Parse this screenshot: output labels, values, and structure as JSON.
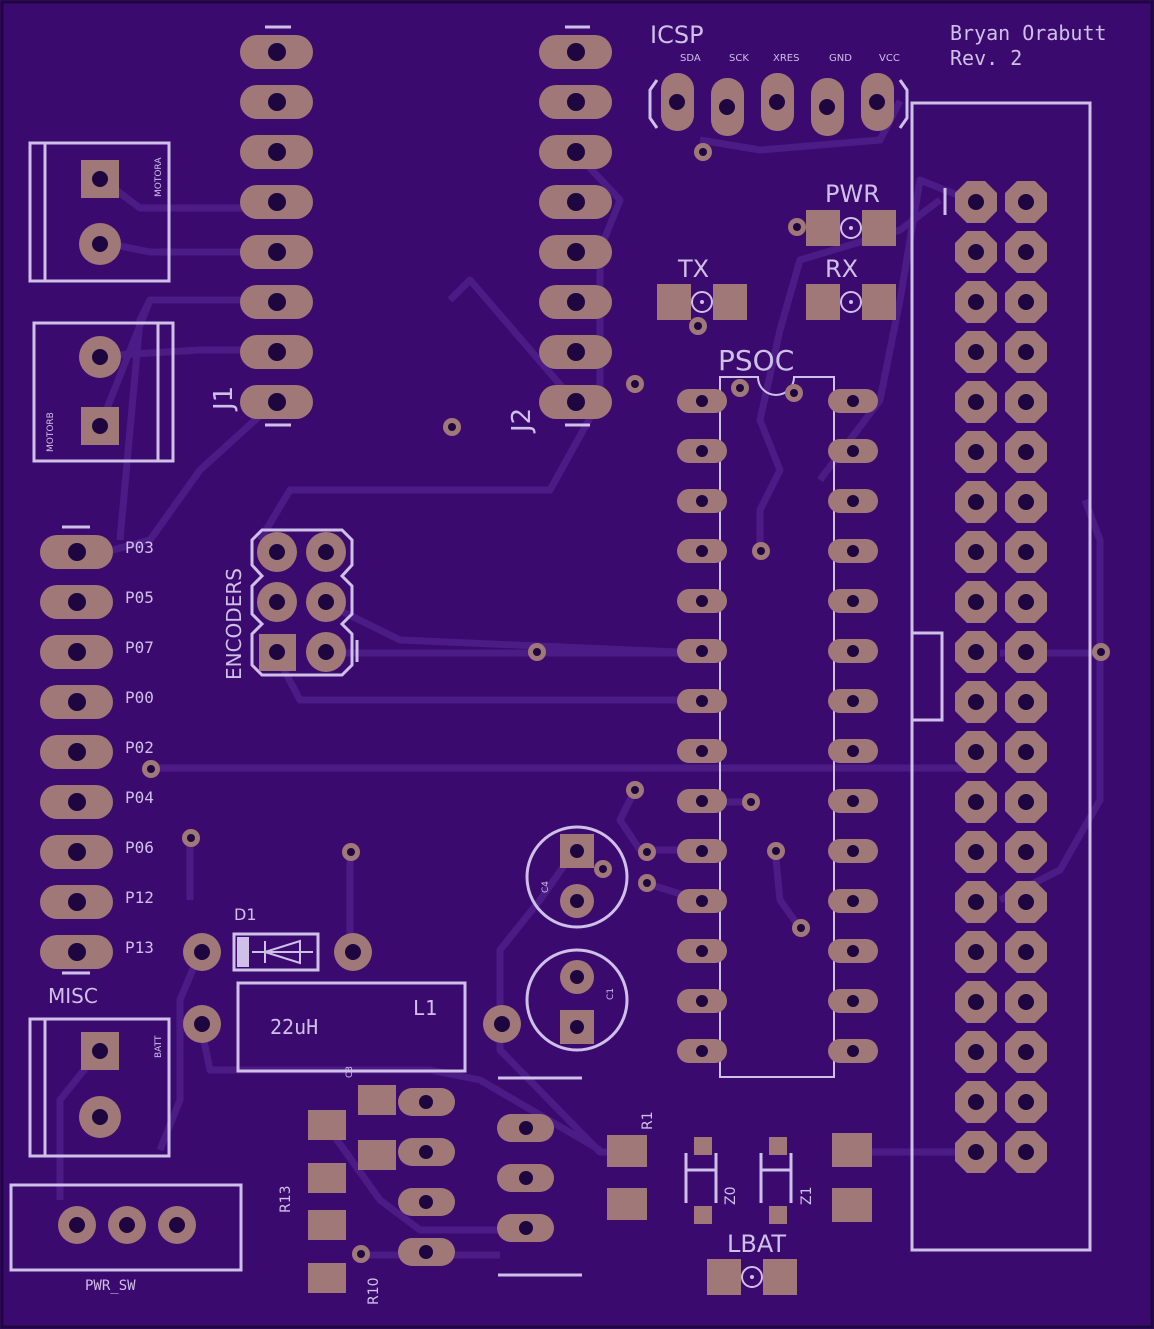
{
  "author": {
    "name": "Bryan Orabutt",
    "revision": "Rev. 2"
  },
  "headers": {
    "j1": "J1",
    "j2": "J2",
    "icsp": "ICSP",
    "psoc": "PSOC",
    "misc": "MISC",
    "encoders": "ENCODERS",
    "pwr_sw": "PWR_SW"
  },
  "icsp_pins": [
    "SDA",
    "SCK",
    "XRES",
    "GND",
    "VCC"
  ],
  "leds": {
    "pwr": "PWR",
    "tx": "TX",
    "rx": "RX",
    "lbat": "LBAT"
  },
  "misc_pins": [
    "P03",
    "P05",
    "P07",
    "P00",
    "P02",
    "P04",
    "P06",
    "P12",
    "P13"
  ],
  "terminals": {
    "motora": "MOTORA",
    "motorb": "MOTORB",
    "batt": "BATT"
  },
  "components": {
    "d1": "D1",
    "l1": "L1",
    "inductor_value": "22uH",
    "c1": "C1",
    "c3": "C3",
    "c4": "C4",
    "r1": "R1",
    "r10": "R10",
    "r13": "R13",
    "z0": "Z0",
    "z1": "Z1"
  },
  "colors": {
    "board": "#3a0a6e",
    "silkscreen": "#cfc0e8",
    "copper_pad": "#a07878",
    "trace": "#4c1c86",
    "edge": "#1e0640"
  }
}
